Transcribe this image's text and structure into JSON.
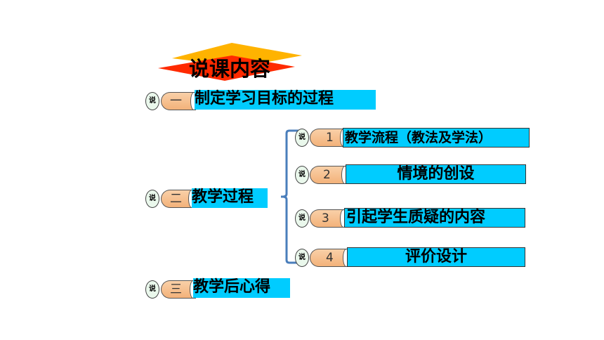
{
  "title": "说课内容",
  "badge_label": "说",
  "sections": [
    {
      "number": "一",
      "text": "制定学习目标的过程"
    },
    {
      "number": "二",
      "text": "教学过程"
    },
    {
      "number": "三",
      "text": "教学后心得"
    }
  ],
  "subitems": [
    {
      "number": "1",
      "text": "教学流程（教法及学法）"
    },
    {
      "number": "2",
      "text": "情境的创设"
    },
    {
      "number": "3",
      "text": "引起学生质疑的内容"
    },
    {
      "number": "4",
      "text": "评价设计"
    }
  ],
  "colors": {
    "title_top": "#ffb300",
    "title_bottom": "#ff2a00",
    "bar": "#00ccff",
    "pill": "#f3b27a",
    "badge": "#eaf8ec",
    "bracket": "#4a7ebb"
  }
}
